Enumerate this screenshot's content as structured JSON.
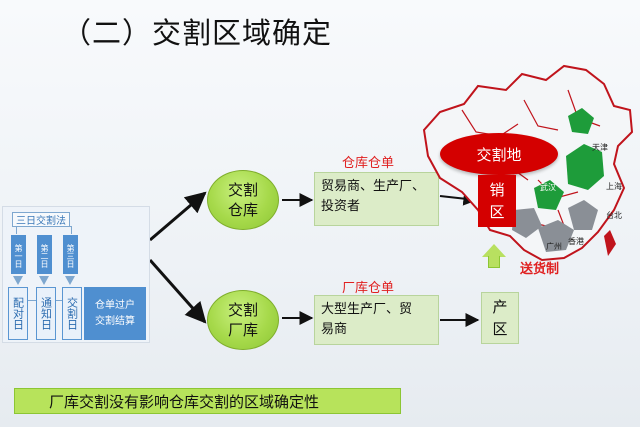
{
  "title": "（二）交割区域确定",
  "panel": {
    "title": "三日交割法",
    "days": [
      "第一日",
      "第二日",
      "第三日"
    ],
    "steps": [
      "配对日",
      "通知日",
      "交割日"
    ],
    "settle": [
      "仓单过户",
      "交割结算"
    ]
  },
  "top_flow": {
    "circle": [
      "交割",
      "仓库"
    ],
    "receipt_label": "仓库仓单",
    "parties": [
      "贸易商、生产厂、",
      "投资者"
    ]
  },
  "bottom_flow": {
    "circle": [
      "交割",
      "厂库"
    ],
    "receipt_label": "厂库仓单",
    "parties": [
      "大型生产厂、贸",
      "易商"
    ]
  },
  "map": {
    "delivery_place": "交割地",
    "sales_area": [
      "销",
      "区"
    ],
    "production_area": [
      "产",
      "区"
    ],
    "delivery": "送货制",
    "labels": [
      "天津",
      "上海",
      "台北",
      "香港",
      "武汉",
      "广州"
    ]
  },
  "bottom_note": "厂库交割没有影响仓库交割的区域确定性",
  "colors": {
    "accent_green": "#a6d94a",
    "box_green": "#dcecc8",
    "red": "#d40000",
    "blue": "#4f8fd0"
  }
}
